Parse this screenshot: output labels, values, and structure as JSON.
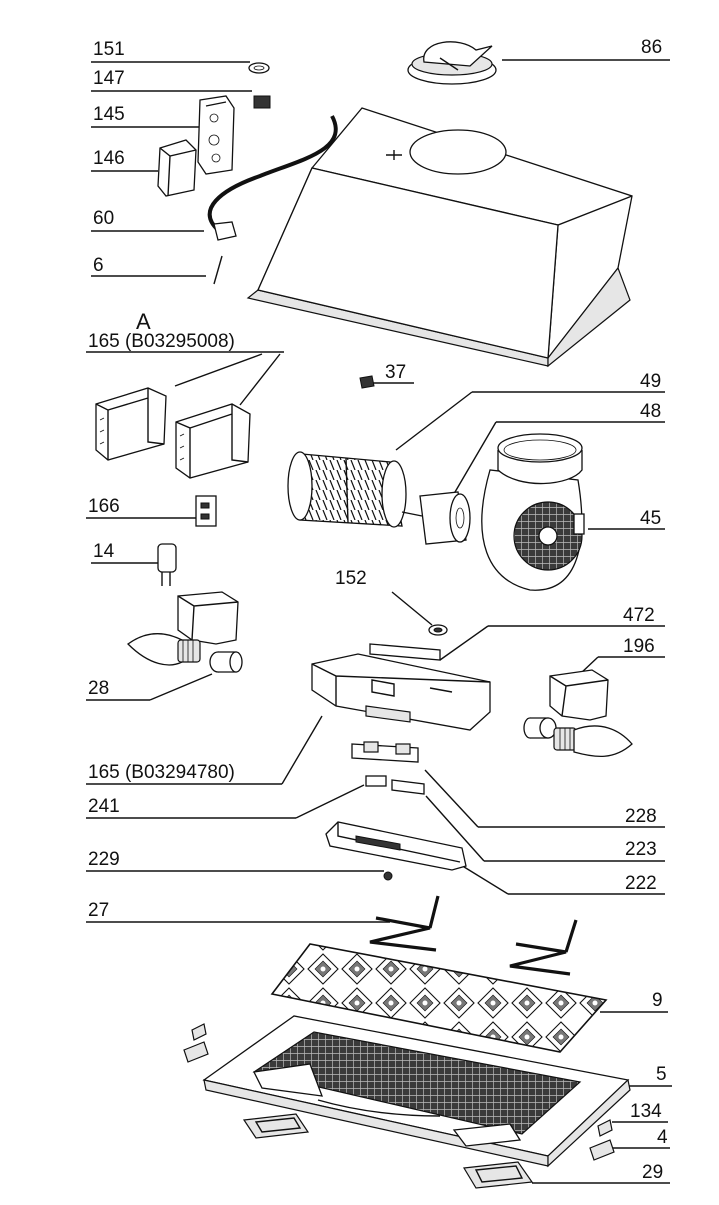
{
  "diagram": {
    "mark": "A",
    "labels": {
      "l151": "151",
      "l147": "147",
      "l145": "145",
      "l146": "146",
      "l60": "60",
      "l6": "6",
      "l165a": "165 (B03295008)",
      "l166": "166",
      "l14": "14",
      "l28": "28",
      "l165b": "165 (B03294780)",
      "l241": "241",
      "l229": "229",
      "l27": "27",
      "l86": "86",
      "l37": "37",
      "l49": "49",
      "l48": "48",
      "l45": "45",
      "l152": "152",
      "l472": "472",
      "l196": "196",
      "l228": "228",
      "l223": "223",
      "l222": "222",
      "l9": "9",
      "l5": "5",
      "l134": "134",
      "l4": "4",
      "l29": "29"
    }
  }
}
